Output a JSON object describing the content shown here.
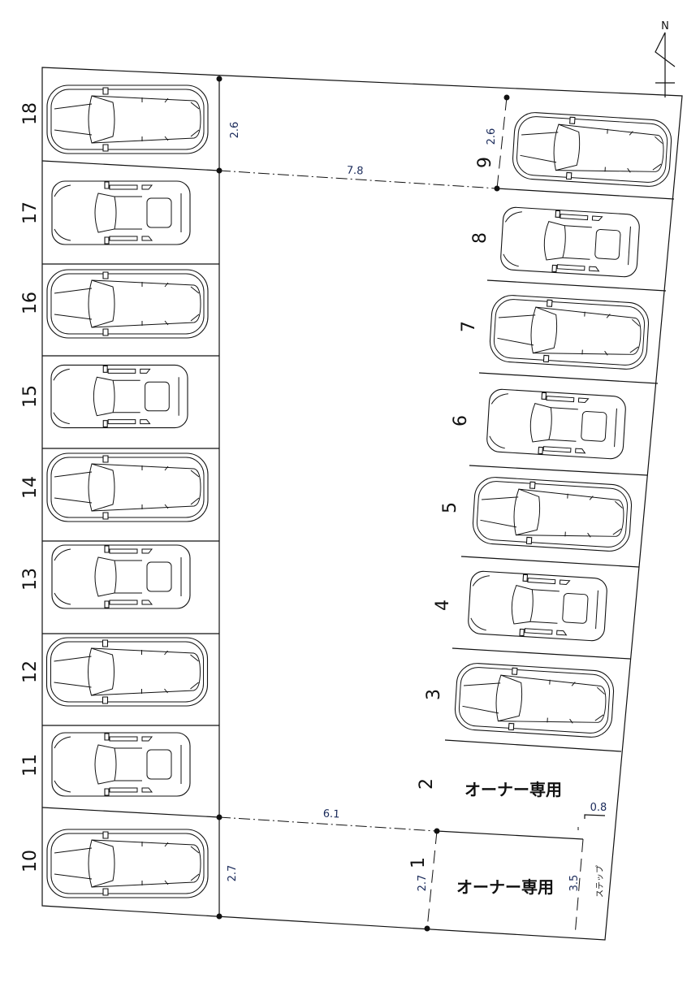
{
  "compass": {
    "label": "N"
  },
  "stalls": {
    "left": [
      "18",
      "17",
      "16",
      "15",
      "14",
      "13",
      "12",
      "11",
      "10"
    ],
    "right": [
      "9",
      "8",
      "7",
      "6",
      "5",
      "4",
      "3",
      "2",
      "1"
    ]
  },
  "vehicle_types": {
    "left": [
      "suv",
      "sedan",
      "suv",
      "sedan",
      "suv",
      "sedan",
      "suv",
      "sedan",
      "suv"
    ],
    "right": [
      "suv",
      "sedan",
      "suv",
      "sedan",
      "suv",
      "sedan",
      "suv"
    ]
  },
  "dimensions": {
    "stall18_width": "2.6",
    "aisle_top": "7.8",
    "stall9_width": "2.6",
    "aisle_bottom": "6.1",
    "stall10_width": "2.7",
    "stall1_width": "2.7",
    "stall1_length": "3.5",
    "step_width": "0.8"
  },
  "labels": {
    "owner_only_2": "オーナー専用",
    "owner_only_1": "オーナー専用",
    "step": "ステップ"
  }
}
